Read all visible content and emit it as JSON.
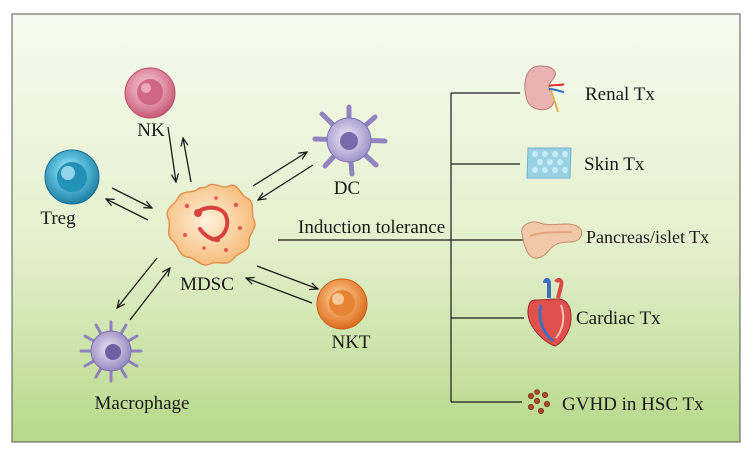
{
  "diagram": {
    "center": "MDSC",
    "cells": {
      "nk": "NK",
      "treg": "Treg",
      "dc": "DC",
      "nkt": "NKT",
      "macrophage": "Macrophage"
    },
    "induction": "Induction tolerance",
    "transplants": {
      "renal": "Renal Tx",
      "skin": "Skin Tx",
      "pancreas": "Pancreas/islet Tx",
      "cardiac": "Cardiac Tx",
      "gvhd": "GVHD in HSC Tx"
    },
    "colors": {
      "background_top": "#f4f9ec",
      "background_bottom": "#b8d98c",
      "mdsc": "#f8c98d",
      "nk": "#d9788f",
      "treg": "#3aa6c6",
      "dc": "#9486bf",
      "nkt": "#e9873c",
      "macrophage": "#9c90c4"
    }
  }
}
